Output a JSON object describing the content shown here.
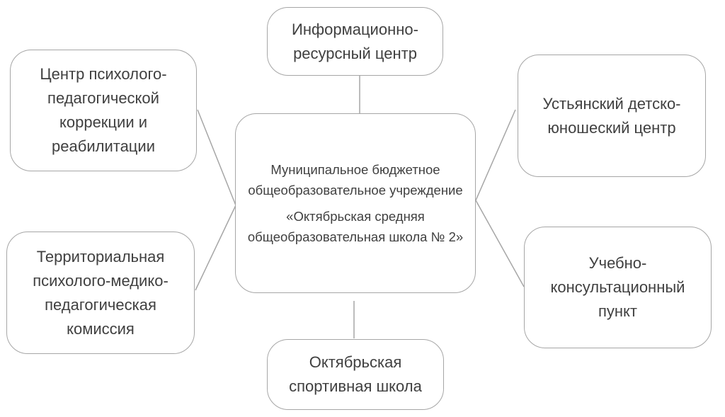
{
  "center": {
    "line1": "Муниципальное бюджетное общеобразовательное учреждение",
    "line2": "«Октябрьская средняя общеобразовательная школа № 2»"
  },
  "nodes": {
    "top": "Информационно-ресурсный центр",
    "top_left": "Центр психолого-педагогической коррекции и реабилитации",
    "bottom_left": "Территориальная психолого-медико-педагогическая комиссия",
    "top_right": "Устьянский детско-юношеский центр",
    "bottom_right": "Учебно-консультационный пункт",
    "bottom": "Октябрьская спортивная школа"
  },
  "colors": {
    "border": "#a6a6a6",
    "connector": "#a6a6a6",
    "text": "#404040"
  }
}
